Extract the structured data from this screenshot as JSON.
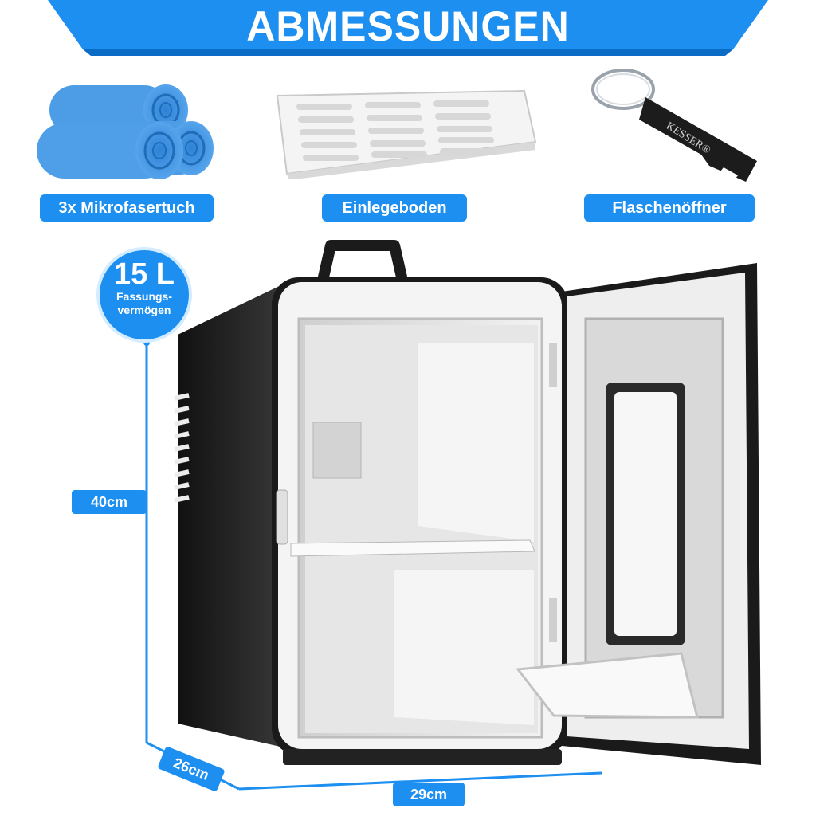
{
  "header": {
    "title": "ABMESSUNGEN"
  },
  "accessories": [
    {
      "label": "3x Mikrofasertuch",
      "icon": "towel-icon"
    },
    {
      "label": "Einlegeboden",
      "icon": "shelf-icon"
    },
    {
      "label": "Flaschenöffner",
      "icon": "bottle-opener-icon"
    }
  ],
  "opener_brand": "KESSER®",
  "capacity": {
    "value": "15 L",
    "label_line1": "Fassungs-",
    "label_line2": "vermögen"
  },
  "dimensions": {
    "height": "40cm",
    "depth": "26cm",
    "width": "29cm"
  },
  "colors": {
    "accent": "#1d8ff0",
    "fridge_body": "#1c1c1c",
    "interior": "#e9e9e9"
  }
}
